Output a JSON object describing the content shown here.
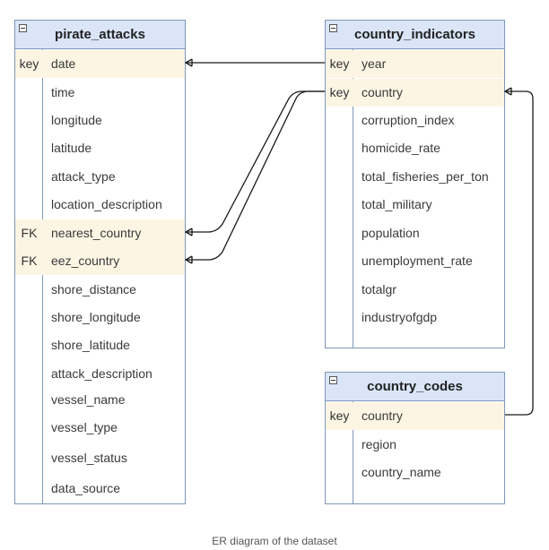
{
  "tables": {
    "pirate_attacks": {
      "title": "pirate_attacks",
      "rows": [
        {
          "key": "key",
          "name": "date"
        },
        {
          "key": "",
          "name": "time"
        },
        {
          "key": "",
          "name": "longitude"
        },
        {
          "key": "",
          "name": "latitude"
        },
        {
          "key": "",
          "name": "attack_type"
        },
        {
          "key": "",
          "name": "location_description"
        },
        {
          "key": "FK",
          "name": "nearest_country"
        },
        {
          "key": "FK",
          "name": "eez_country"
        },
        {
          "key": "",
          "name": "shore_distance"
        },
        {
          "key": "",
          "name": "shore_longitude"
        },
        {
          "key": "",
          "name": "shore_latitude"
        },
        {
          "key": "",
          "name": "attack_description"
        },
        {
          "key": "",
          "name": "vessel_name"
        },
        {
          "key": "",
          "name": "vessel_type"
        },
        {
          "key": "",
          "name": "vessel_status"
        },
        {
          "key": "",
          "name": "data_source"
        }
      ]
    },
    "country_indicators": {
      "title": "country_indicators",
      "rows": [
        {
          "key": "key",
          "name": "year"
        },
        {
          "key": "key",
          "name": "country"
        },
        {
          "key": "",
          "name": "corruption_index"
        },
        {
          "key": "",
          "name": "homicide_rate"
        },
        {
          "key": "",
          "name": "total_fisheries_per_ton"
        },
        {
          "key": "",
          "name": "total_military"
        },
        {
          "key": "",
          "name": "population"
        },
        {
          "key": "",
          "name": "unemployment_rate"
        },
        {
          "key": "",
          "name": "totalgr"
        },
        {
          "key": "",
          "name": "industryofgdp"
        }
      ]
    },
    "country_codes": {
      "title": "country_codes",
      "rows": [
        {
          "key": "key",
          "name": "country"
        },
        {
          "key": "",
          "name": "region"
        },
        {
          "key": "",
          "name": "country_name"
        }
      ]
    }
  },
  "caption": "ER diagram of the dataset",
  "colors": {
    "header_bg": "#dae5f8",
    "border": "#7f97b8",
    "key_row_bg": "#fdf5e4",
    "connector": "#1a1a1a"
  }
}
